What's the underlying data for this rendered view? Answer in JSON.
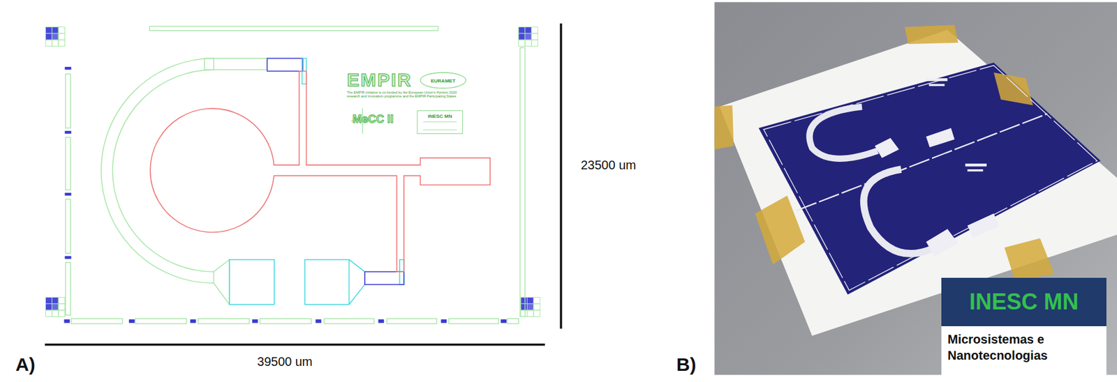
{
  "diagram": {
    "nodes": [
      {
        "text": [
          "INESC MN"
        ]
      },
      {
        "text": [
          "INESC MN",
          "Microsistemas e Nanotecnologias"
        ]
      }
    ],
    "labels": [
      "EMPIR",
      "EURAMET",
      "The EMPIR initiative is co-funded by the European Union's Horizon 2020 research and innovation programme and the EMPIR Participating States",
      "MeCC II",
      "23500 um",
      "39500 um",
      "A)",
      "B)"
    ]
  }
}
